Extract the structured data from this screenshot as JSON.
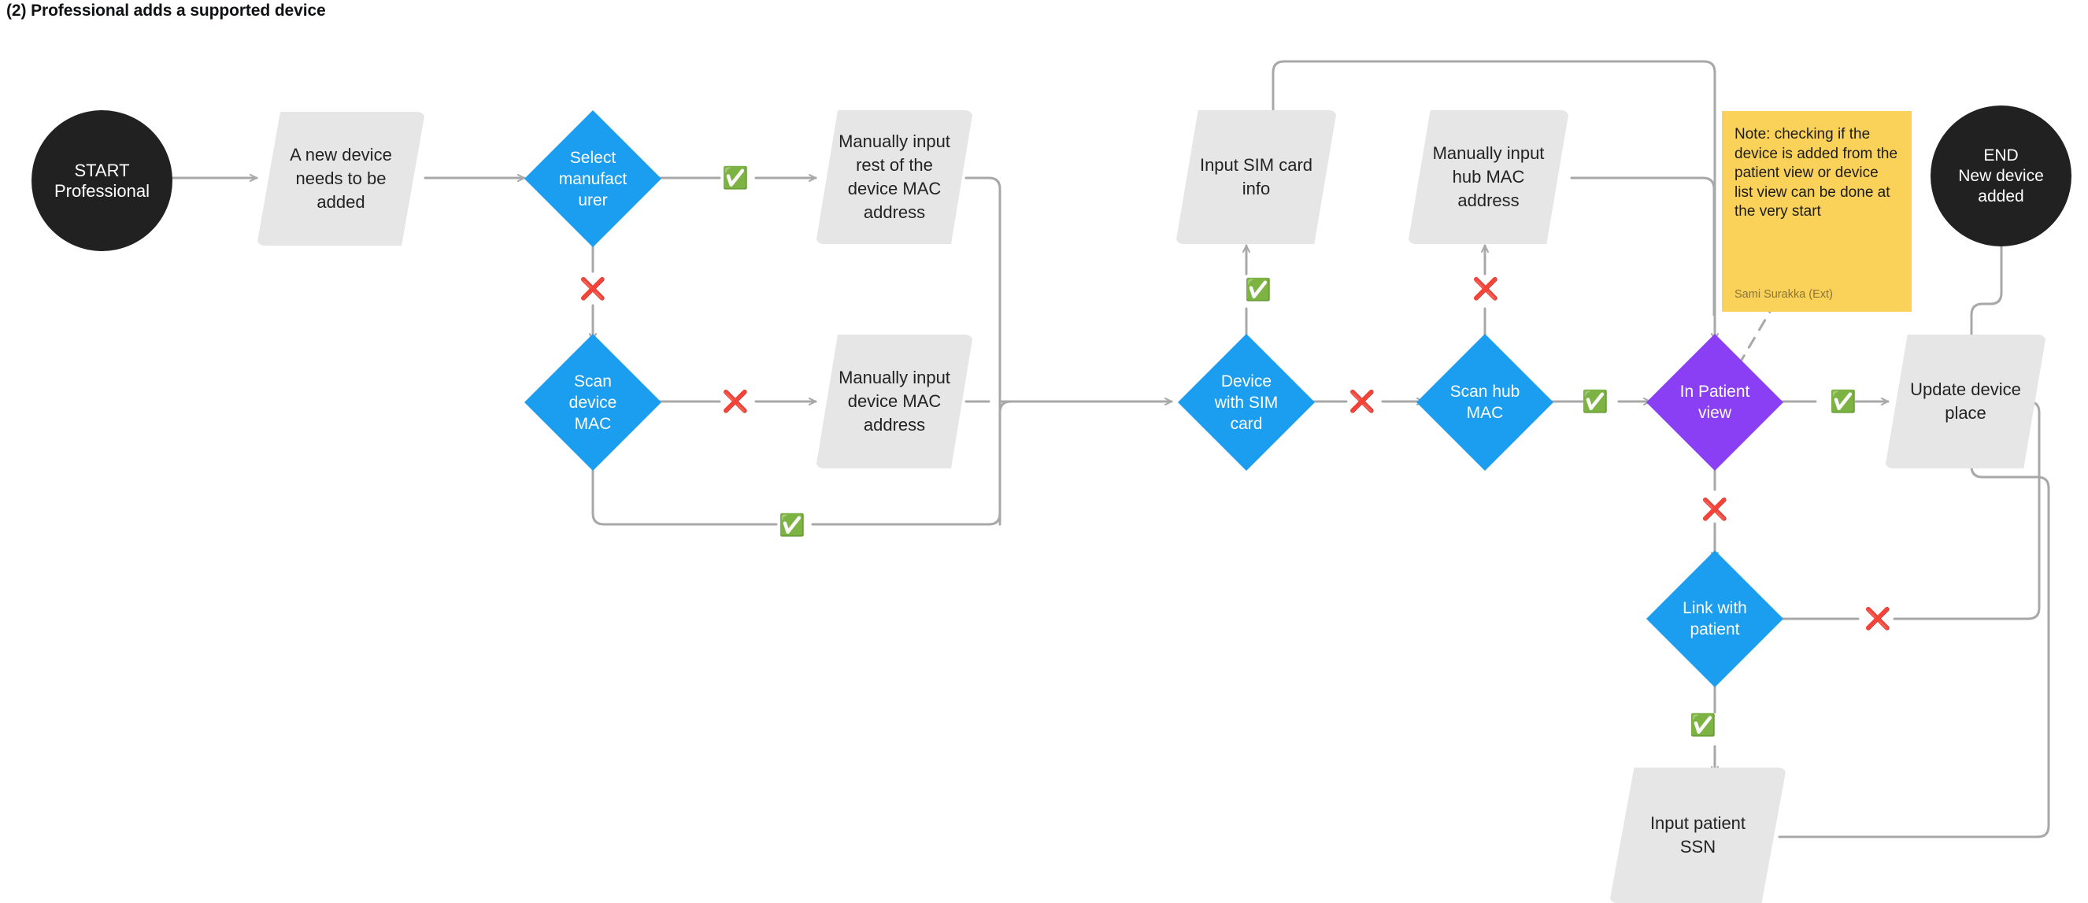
{
  "page": {
    "title": "(2) Professional adds a supported device",
    "background": "#ffffff"
  },
  "palette": {
    "terminator": "#212121",
    "process": "#e6e6e6",
    "decision": "#1b9df0",
    "decision_alt": "#8b3ff5",
    "note": "#fad25a",
    "edge": "#a8a8a8",
    "tick": "#16a21a",
    "cross": "#e60000"
  },
  "nodes": {
    "start": {
      "label": "START\nProfessional",
      "type": "terminator",
      "shape": "circle"
    },
    "new_device": {
      "label": "A new device\nneeds to be\nadded",
      "type": "process",
      "shape": "parallelogram"
    },
    "select_manuf": {
      "label": "Select\nmanufact\nurer",
      "type": "decision",
      "shape": "diamond"
    },
    "manual_rest_mac": {
      "label": "Manually input\nrest of the\ndevice MAC\naddress",
      "type": "process",
      "shape": "parallelogram"
    },
    "scan_device_mac": {
      "label": "Scan\ndevice\nMAC",
      "type": "decision",
      "shape": "diamond"
    },
    "manual_device_mac": {
      "label": "Manually input\ndevice MAC\naddress",
      "type": "process",
      "shape": "parallelogram"
    },
    "input_sim": {
      "label": "Input SIM card\ninfo",
      "type": "process",
      "shape": "parallelogram"
    },
    "device_sim": {
      "label": "Device\nwith SIM\ncard",
      "type": "decision",
      "shape": "diamond"
    },
    "manual_hub_mac": {
      "label": "Manually input\nhub MAC\naddress",
      "type": "process",
      "shape": "parallelogram"
    },
    "scan_hub_mac": {
      "label": "Scan hub\nMAC",
      "type": "decision",
      "shape": "diamond"
    },
    "in_patient_view": {
      "label": "In Patient\nview",
      "type": "decision",
      "shape": "diamond"
    },
    "update_place": {
      "label": "Update device\nplace",
      "type": "process",
      "shape": "parallelogram"
    },
    "end": {
      "label": "END\nNew device\nadded",
      "type": "terminator",
      "shape": "circle"
    },
    "link_patient": {
      "label": "Link with\npatient",
      "type": "decision",
      "shape": "diamond"
    },
    "input_ssn": {
      "label": "Input patient\nSSN",
      "type": "process",
      "shape": "parallelogram"
    }
  },
  "note": {
    "text": "Note: checking if the device is added from the patient view or device list view can be done at the very start",
    "author": "Sami Surakka (Ext)"
  },
  "edge_markers": [
    {
      "id": "m1",
      "glyph": "✅",
      "kind": "tick",
      "from": "select_manuf",
      "to": "manual_rest_mac"
    },
    {
      "id": "m2",
      "glyph": "❌",
      "kind": "cross",
      "from": "select_manuf",
      "to": "scan_device_mac"
    },
    {
      "id": "m3",
      "glyph": "❌",
      "kind": "cross",
      "from": "scan_device_mac",
      "to": "manual_device_mac"
    },
    {
      "id": "m4",
      "glyph": "✅",
      "kind": "tick",
      "from": "scan_device_mac",
      "to": "device_sim"
    },
    {
      "id": "m5",
      "glyph": "✅",
      "kind": "tick",
      "from": "device_sim",
      "to": "input_sim"
    },
    {
      "id": "m6",
      "glyph": "❌",
      "kind": "cross",
      "from": "device_sim",
      "to": "scan_hub_mac"
    },
    {
      "id": "m7",
      "glyph": "❌",
      "kind": "cross",
      "from": "scan_hub_mac",
      "to": "manual_hub_mac"
    },
    {
      "id": "m8",
      "glyph": "✅",
      "kind": "tick",
      "from": "scan_hub_mac",
      "to": "in_patient_view"
    },
    {
      "id": "m9",
      "glyph": "✅",
      "kind": "tick",
      "from": "in_patient_view",
      "to": "update_place"
    },
    {
      "id": "m10",
      "glyph": "❌",
      "kind": "cross",
      "from": "in_patient_view",
      "to": "link_patient"
    },
    {
      "id": "m11",
      "glyph": "❌",
      "kind": "cross",
      "from": "link_patient",
      "to": "update_place"
    },
    {
      "id": "m12",
      "glyph": "✅",
      "kind": "tick",
      "from": "link_patient",
      "to": "input_ssn"
    }
  ]
}
